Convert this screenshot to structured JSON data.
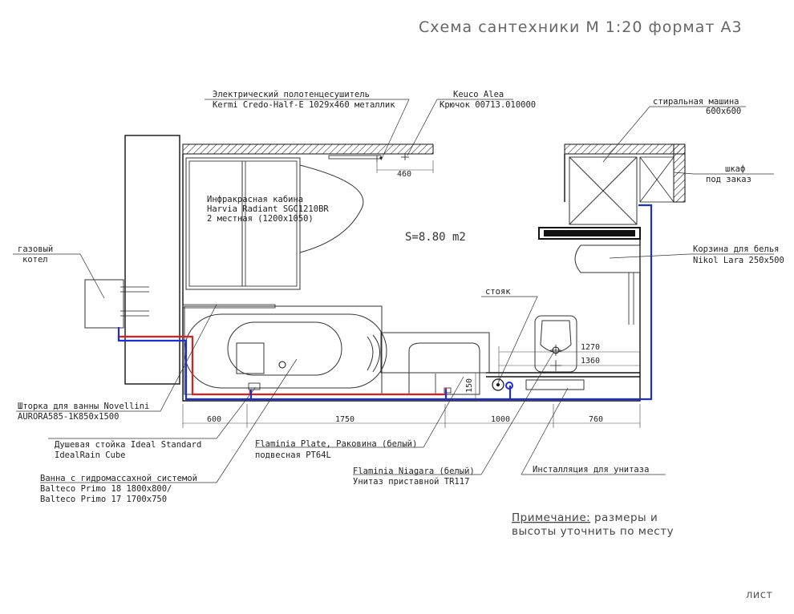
{
  "title": "Схема сантехники М 1:20 формат А3",
  "area": "S=8.80 m2",
  "labels": {
    "towel_warmer": [
      "Электрический полотенцесушитель",
      "Kermi Credo-Half-E 1029x460 металлик"
    ],
    "hook": [
      "Keuco Alea",
      "Крючок 00713.010000"
    ],
    "washer": [
      "стиральная машина",
      "600x600"
    ],
    "cabinet": [
      "шкаф",
      "под заказ"
    ],
    "ir_cabin": [
      "Инфракрасная кабина",
      "Harvia Radiant  SGC1210BR",
      "2 местная  (1200x1050)"
    ],
    "gas_boiler": [
      "газовый",
      "котел"
    ],
    "riser": "стояк",
    "basket": [
      "Корзина для белья",
      "Nikol Lara 250x500"
    ],
    "shower_curtain": [
      "Шторка для ванны Novellini",
      "AURORA585-1K850x1500"
    ],
    "shower_rack": [
      "Душевая стойка Ideal Standard",
      "IdealRain Cube"
    ],
    "bathtub": [
      "Ванна с гидромассахной системой",
      "Balteco Primo 18 1800x800/",
      "Balteco Primo 17 1700x750"
    ],
    "sink": [
      "Flaminia Plate, Раковина (белый)",
      "подвесная PT64L"
    ],
    "toilet": [
      "Flaminia  Niagara (белый)",
      "Унитаз приставной TR117"
    ],
    "installation": "Инсталляция для унитаза"
  },
  "dimensions": {
    "d460": "460",
    "d600": "600",
    "d1750": "1750",
    "d1000": "1000",
    "d760": "760",
    "d1270": "1270",
    "d1360": "1360",
    "d150": "150"
  },
  "note": [
    "Примечание:",
    " размеры и",
    "высоты уточнить по месту"
  ],
  "sheet": "лист",
  "colors": {
    "cold_water": "#1a2fd6",
    "hot_water": "#e01c1c"
  }
}
